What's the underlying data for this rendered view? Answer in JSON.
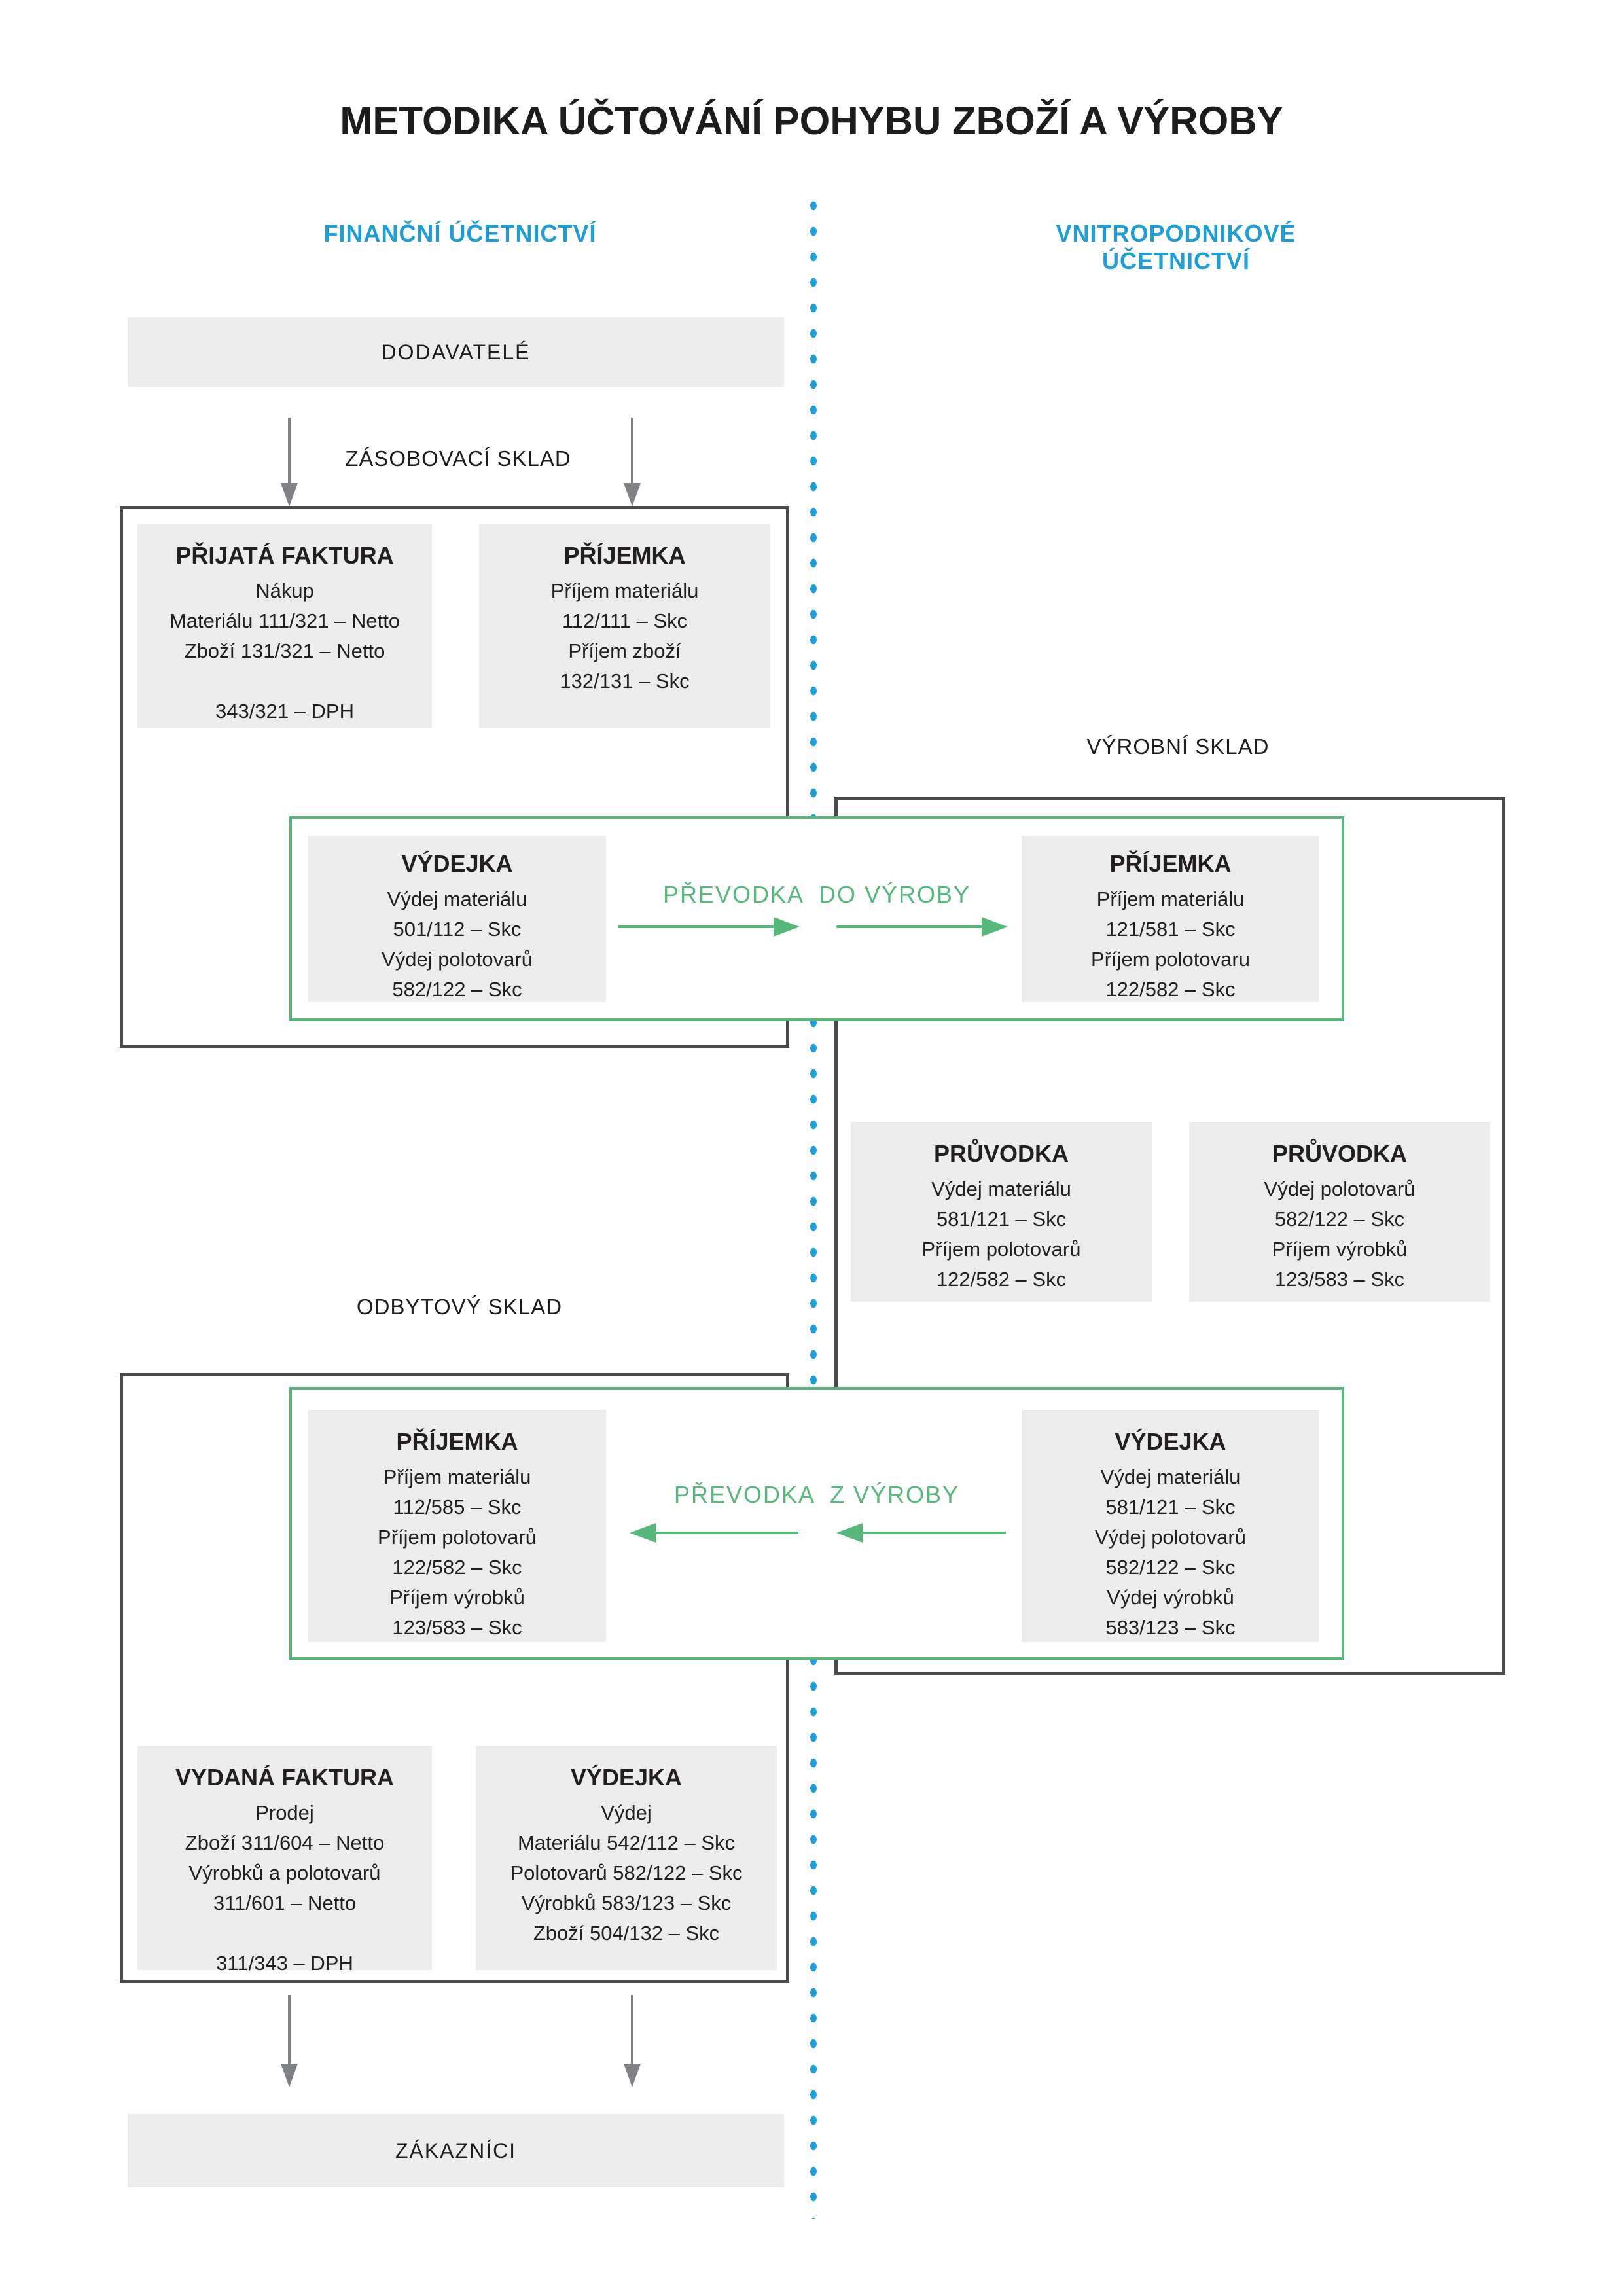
{
  "title": "METODIKA ÚČTOVÁNÍ POHYBU ZBOŽÍ A VÝROBY",
  "columns": {
    "left": "FINANČNÍ ÚČETNICTVÍ",
    "right": "VNITROPODNIKOVÉ ÚČETNICTVÍ"
  },
  "labels": {
    "dodavatele": "DODAVATELÉ",
    "zasobovaci_sklad": "ZÁSOBOVACÍ SKLAD",
    "vyrobni_sklad": "VÝROBNÍ SKLAD",
    "odbytovy_sklad": "ODBYTOVÝ SKLAD",
    "zakaznici": "ZÁKAZNÍCI",
    "prevodka_do_vyroby": "PŘEVODKA  DO VÝROBY",
    "prevodka_z_vyroby": "PŘEVODKA  Z VÝROBY"
  },
  "boxes": {
    "prijata_faktura": {
      "title": "PŘIJATÁ FAKTURA",
      "lines": [
        "Nákup",
        "Materiálu 111/321 – Netto",
        "Zboží 131/321 – Netto",
        "",
        "343/321 – DPH"
      ]
    },
    "prijemka_zasobovaci": {
      "title": "PŘÍJEMKA",
      "lines": [
        "Příjem materiálu",
        "112/111 – Skc",
        "Příjem zboží",
        "132/131 – Skc"
      ]
    },
    "vydejka_do_vyroby": {
      "title": "VÝDEJKA",
      "lines": [
        "Výdej materiálu",
        "501/112 – Skc",
        "Výdej polotovarů",
        "582/122 – Skc"
      ]
    },
    "prijemka_vyrobni": {
      "title": "PŘÍJEMKA",
      "lines": [
        "Příjem materiálu",
        "121/581 – Skc",
        "Příjem polotovaru",
        "122/582 – Skc"
      ]
    },
    "pruvodka_1": {
      "title": "PRŮVODKA",
      "lines": [
        "Výdej materiálu",
        "581/121 – Skc",
        "Příjem polotovarů",
        "122/582 – Skc"
      ]
    },
    "pruvodka_2": {
      "title": "PRŮVODKA",
      "lines": [
        "Výdej polotovarů",
        "582/122 – Skc",
        "Příjem výrobků",
        "123/583 – Skc"
      ]
    },
    "prijemka_odbytovy": {
      "title": "PŘÍJEMKA",
      "lines": [
        "Příjem materiálu",
        "112/585 – Skc",
        "Příjem polotovarů",
        "122/582 – Skc",
        "Příjem výrobků",
        "123/583 – Skc"
      ]
    },
    "vydejka_z_vyroby": {
      "title": "VÝDEJKA",
      "lines": [
        "Výdej materiálu",
        "581/121 – Skc",
        "Výdej polotovarů",
        "582/122 – Skc",
        "Výdej výrobků",
        "583/123 – Skc"
      ]
    },
    "vydana_faktura": {
      "title": "VYDANÁ FAKTURA",
      "lines": [
        "Prodej",
        "Zboží 311/604 – Netto",
        "Výrobků a polotovarů",
        "311/601 – Netto",
        "",
        "311/343 – DPH"
      ]
    },
    "vydejka_zakaznici": {
      "title": "VÝDEJKA",
      "lines": [
        "Výdej",
        "Materiálu 542/112 – Skc",
        "Polotovarů 582/122 – Skc",
        "Výrobků 583/123 – Skc",
        "Zboží 504/132 – Skc"
      ]
    }
  },
  "colors": {
    "accent_blue": "#1E9ED9",
    "accent_green": "#57B87C",
    "box_fill": "#ECECEC",
    "container_border": "#4A4A4B",
    "arrow_gray": "#7F8184",
    "text": "#231F20"
  }
}
